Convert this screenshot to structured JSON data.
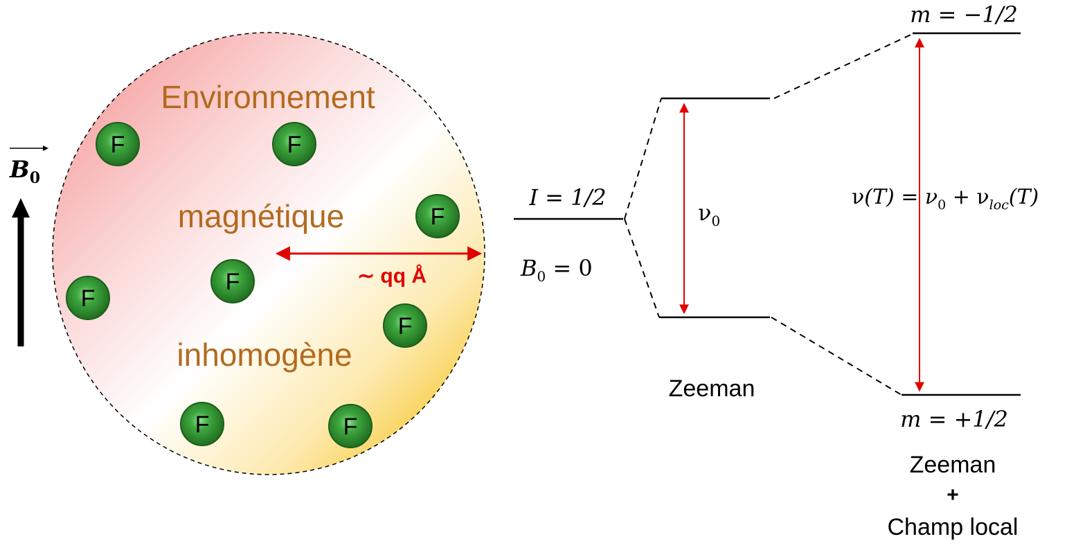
{
  "field": {
    "symbol": "B",
    "subscript": "0"
  },
  "region": {
    "label_lines": [
      "Environnement",
      "magnétique",
      "inhomogène"
    ],
    "distance_label": "∼ qq Å",
    "atom_label": "F",
    "atom_count": 8
  },
  "levels": {
    "spin_label": "I = 1/2",
    "field_zero_label_main": "B",
    "field_zero_label_sub": "0",
    "field_zero_label_rest": " = 0",
    "nu0_main": "ν",
    "nu0_sub": "0",
    "zeeman_label": "Zeeman",
    "m_upper": "m = −1/2",
    "m_lower": "m = +1/2",
    "freq_nu": "ν",
    "freq_T": "(T) = ν",
    "freq_sub0": "0",
    "freq_plus": " + ν",
    "freq_subloc": "loc",
    "freq_T2": "(T)",
    "combined_line1": "Zeeman",
    "combined_line2": "+",
    "combined_line3": "Champ local"
  },
  "colors": {
    "label_brown": "#B36A1E",
    "arrow_red": "#E00000",
    "atom_green": "#2E8B2E",
    "region_pink": "#F7A6A6",
    "region_yellow": "#F5C518"
  }
}
